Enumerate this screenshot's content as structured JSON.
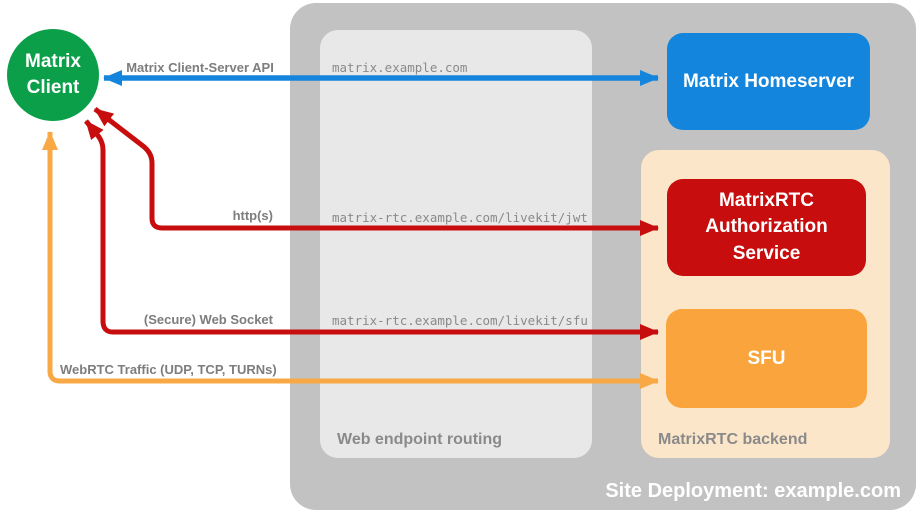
{
  "diagram": {
    "nodes": {
      "client": {
        "label": "Matrix\nClient"
      },
      "homeserver": {
        "label": "Matrix Homeserver"
      },
      "auth_service": {
        "label": "MatrixRTC\nAuthorization\nService"
      },
      "sfu": {
        "label": "SFU"
      }
    },
    "panels": {
      "site_deployment": {
        "label": "Site Deployment: example.com"
      },
      "web_endpoint_routing": {
        "label": "Web endpoint routing"
      },
      "matrixrtc_backend": {
        "label": "MatrixRTC backend"
      }
    },
    "endpoints": {
      "homeserver_url": "matrix.example.com",
      "jwt_url": "matrix-rtc.example.com/livekit/jwt",
      "sfu_url": "matrix-rtc.example.com/livekit/sfu"
    },
    "connections": {
      "client_server_api": {
        "label": "Matrix Client-Server API",
        "color": "#1485dc"
      },
      "https": {
        "label": "http(s)",
        "color": "#c70d0d"
      },
      "web_socket": {
        "label": "(Secure) Web Socket",
        "color": "#c70d0d"
      },
      "webrtc": {
        "label": "WebRTC Traffic (UDP, TCP, TURNs)",
        "color": "#f9a846"
      }
    },
    "colors": {
      "client_green": "#0b9f4a",
      "homeserver_blue": "#1485dc",
      "auth_red": "#c70d0d",
      "sfu_orange": "#f9a43c",
      "webrtc_arrow_orange": "#f9a846",
      "backend_peach": "#fce6ca",
      "site_panel_gray": "#c2c2c2",
      "routing_panel_gray": "#e8e8e8",
      "label_gray": "#8a8a8a"
    }
  }
}
